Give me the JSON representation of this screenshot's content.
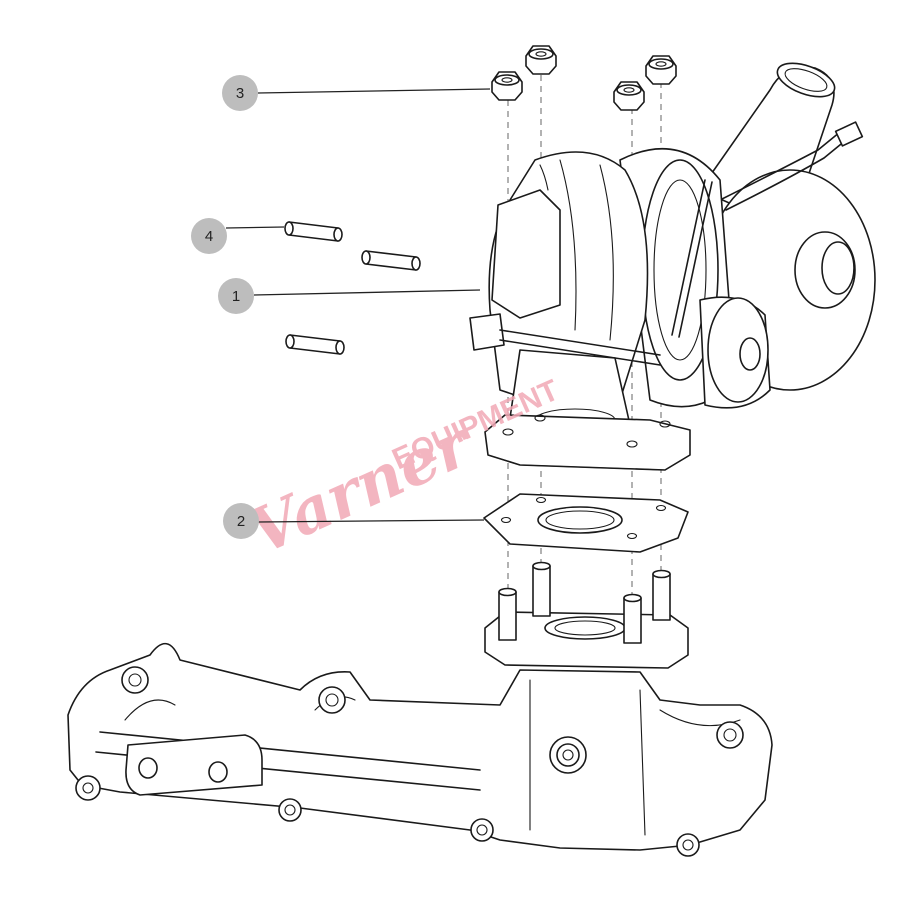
{
  "callouts": [
    {
      "label": "1",
      "part": "turbocharger"
    },
    {
      "label": "2",
      "part": "gasket"
    },
    {
      "label": "3",
      "part": "flange-nut"
    },
    {
      "label": "4",
      "part": "stud"
    }
  ],
  "watermark": {
    "script_text": "Varner",
    "block_text": "EQUIPMENT",
    "color": "#f2a9b6"
  },
  "colors": {
    "callout_bubble": "#bdbdbd",
    "line_art": "#1a1a1a"
  }
}
